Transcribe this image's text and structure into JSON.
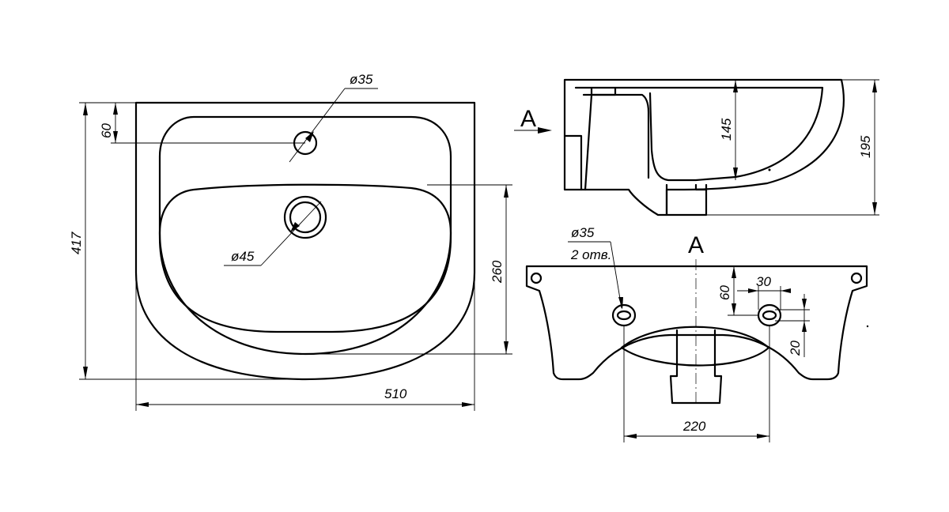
{
  "top_view": {
    "dim_width": "510",
    "dim_depth": "417",
    "dim_bowl_depth": "260",
    "dim_hole_offset": "60",
    "dim_tap_hole": "ø35",
    "dim_drain": "ø45"
  },
  "side_view": {
    "view_marker": "A",
    "dim_bowl_height": "145",
    "dim_total_height": "195"
  },
  "rear_view": {
    "view_label": "A",
    "dim_mount_holes": "ø35",
    "dim_mount_holes_count": "2 отв.",
    "dim_hole_height": "60",
    "dim_hole_width": "30",
    "dim_hole_vertical": "20",
    "dim_hole_spacing": "220"
  }
}
